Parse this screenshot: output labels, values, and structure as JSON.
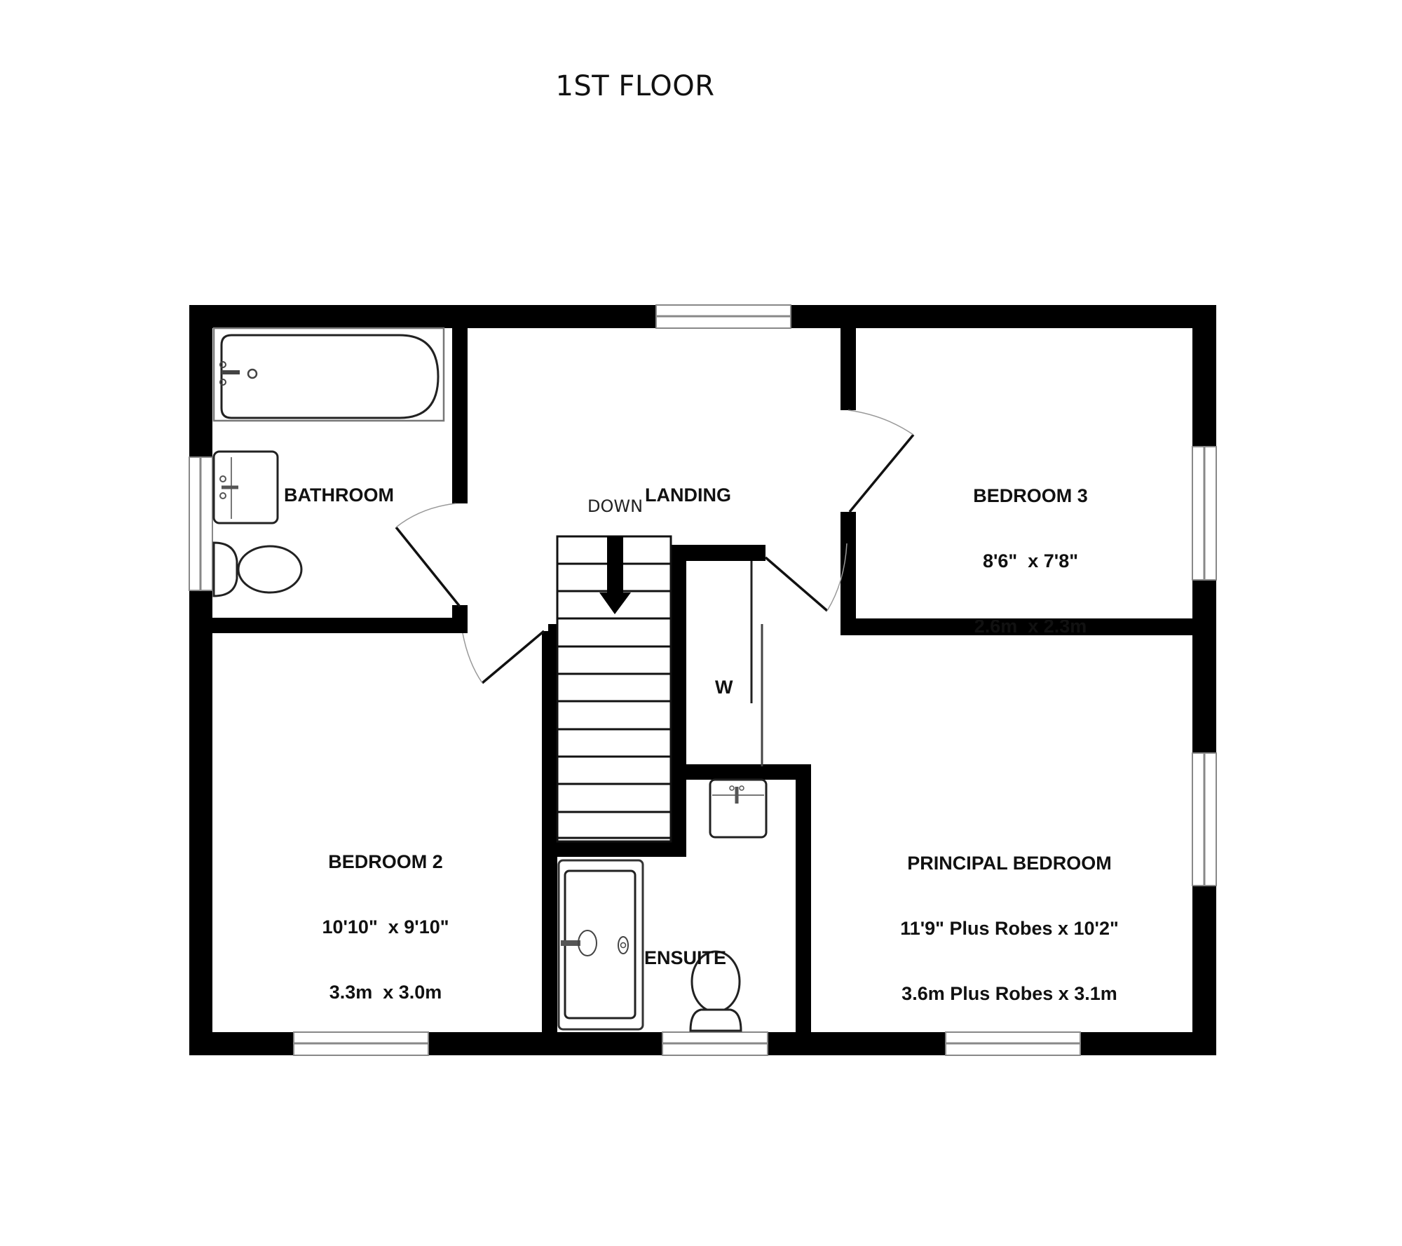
{
  "title": "1ST FLOOR",
  "rooms": {
    "bathroom": {
      "name": "BATHROOM"
    },
    "landing": {
      "name": "LANDING",
      "stair_label": "DOWN"
    },
    "bedroom3": {
      "name": "BEDROOM 3",
      "imperial": "8'6\"  x 7'8\"",
      "metric": "2.6m  x 2.3m"
    },
    "bedroom2": {
      "name": "BEDROOM 2",
      "imperial": "10'10\"  x 9'10\"",
      "metric": "3.3m  x 3.0m"
    },
    "wardrobe": {
      "name": "W"
    },
    "ensuite": {
      "name": "ENSUITE"
    },
    "principal": {
      "name": "PRINCIPAL BEDROOM",
      "imperial": "11'9\" Plus Robes x 10'2\"",
      "metric": "3.6m Plus Robes x 3.1m"
    }
  },
  "colors": {
    "wall": "#000000",
    "background": "#ffffff",
    "window_frame": "#888888",
    "door_arc": "#999999"
  },
  "icons": [
    "stair-down-arrow-icon",
    "bath-icon",
    "basin-icon",
    "toilet-icon",
    "shower-tray-icon"
  ]
}
